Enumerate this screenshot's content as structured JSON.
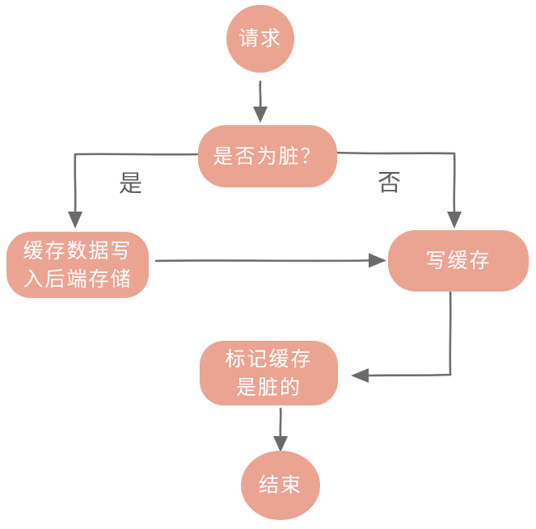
{
  "diagram": {
    "type": "flowchart",
    "nodes": {
      "start": {
        "label": "请求",
        "shape": "circle"
      },
      "decision": {
        "label": "是否为脏？",
        "shape": "rounded-rect"
      },
      "write_backend": {
        "label": "缓存数据写\n入后端存储",
        "shape": "rounded-rect"
      },
      "write_cache": {
        "label": "写缓存",
        "shape": "rounded-rect"
      },
      "mark_dirty": {
        "label": "标记缓存\n是脏的",
        "shape": "rounded-rect"
      },
      "end": {
        "label": "结束",
        "shape": "circle"
      }
    },
    "edge_labels": {
      "yes": "是",
      "no": "否"
    },
    "edges": [
      {
        "from": "start",
        "to": "decision",
        "label": ""
      },
      {
        "from": "decision",
        "to": "write_backend",
        "label": "是"
      },
      {
        "from": "decision",
        "to": "write_cache",
        "label": "否"
      },
      {
        "from": "write_backend",
        "to": "write_cache",
        "label": ""
      },
      {
        "from": "write_cache",
        "to": "mark_dirty",
        "label": ""
      },
      {
        "from": "mark_dirty",
        "to": "end",
        "label": ""
      }
    ],
    "colors": {
      "node_fill": "#EBA492",
      "node_text": "#FFFFFF",
      "connector": "#6E6E6E",
      "edge_label_text": "#5D5D5D",
      "background": "#FFFFFF"
    }
  }
}
